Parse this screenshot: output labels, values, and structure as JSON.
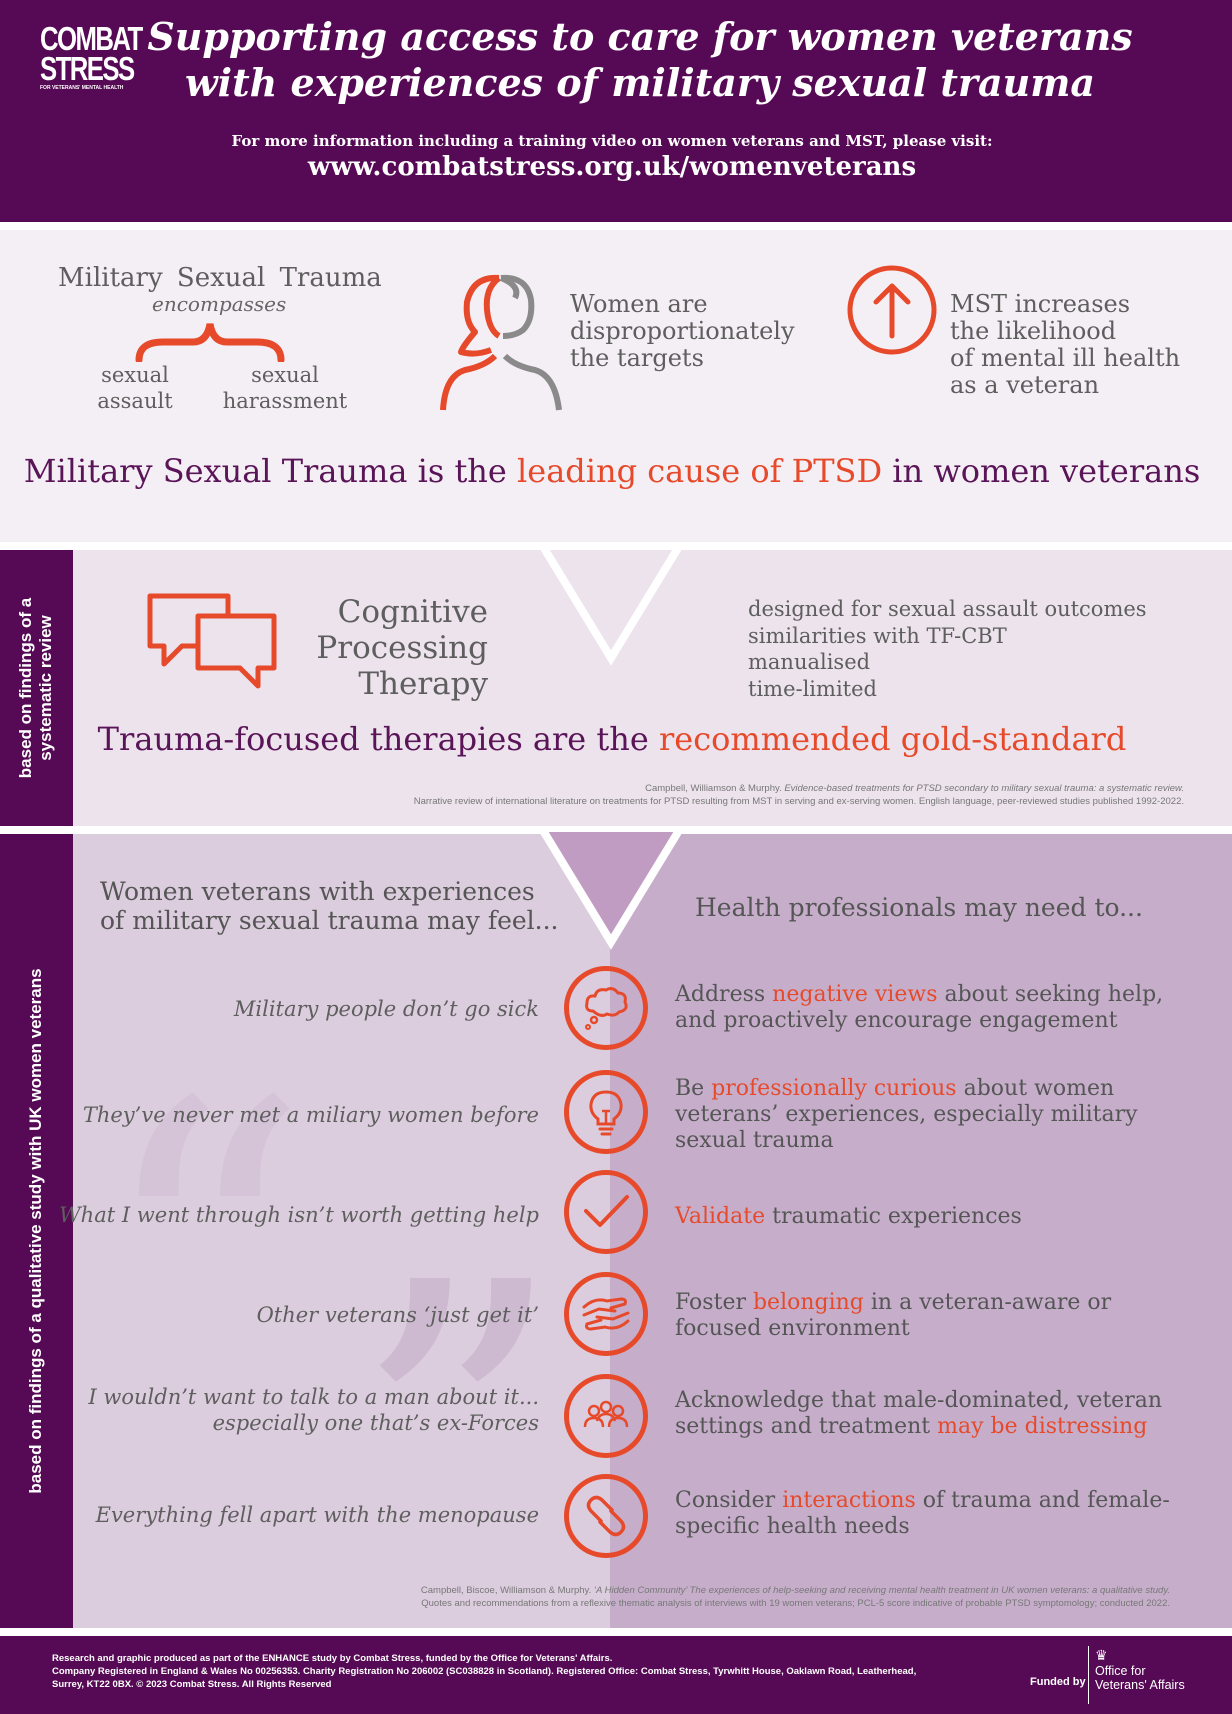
{
  "header": {
    "logo_line1": "COMBAT",
    "logo_line2": "STRESS",
    "logo_tagline": "FOR VETERANS' MENTAL HEALTH",
    "title_line1": "Supporting access to care for women veterans",
    "title_line2": "with experiences of military sexual trauma",
    "info_text": "For more information including a training video on women veterans and MST, please visit:",
    "info_url": "www.combatstress.org.uk/womenveterans"
  },
  "section1": {
    "mst_label": "Military Sexual Trauma",
    "encompasses": "encompasses",
    "sexual_assault": [
      "sexual",
      "assault"
    ],
    "sexual_harassment": [
      "sexual",
      "harassment"
    ],
    "women_targets": [
      "Women are",
      "disproportionately",
      "the targets"
    ],
    "mst_increases": [
      "MST increases",
      "the likelihood",
      "of mental ill health",
      "as a veteran"
    ],
    "ptsd_pre": "Military Sexual Trauma is the ",
    "ptsd_highlight": "leading cause of PTSD",
    "ptsd_post": " in women veterans"
  },
  "section2": {
    "side_label": [
      "based on findings of a",
      "systematic review"
    ],
    "cpt_title": [
      "Cognitive",
      "Processing",
      "Therapy"
    ],
    "cpt_points": [
      "designed for sexual assault outcomes",
      "similarities with TF-CBT",
      "manualised",
      "time-limited"
    ],
    "gold_pre": "Trauma-focused therapies are the ",
    "gold_highlight": "recommended gold-standard",
    "ref_authors": "Campbell, Williamson & Murphy. ",
    "ref_title": "Evidence-based treatments for PTSD secondary to military sexual trauma: a systematic review.",
    "ref_line2": "Narrative review of international literature on treatments for PTSD resulting from MST in serving and ex-serving women.  English language, peer-reviewed studies published 1992-2022."
  },
  "section3": {
    "side_label": "based on findings of a qualitative study with UK women veterans",
    "feel_heading": [
      "Women veterans with experiences",
      "of military sexual trauma may feel..."
    ],
    "need_heading": "Health professionals may need to...",
    "rows": [
      {
        "quote": [
          "Military people don’t go sick"
        ],
        "icon": "thought-bubble-icon",
        "need_pre": "Address ",
        "need_hl": "negative views",
        "need_post": " about seeking help, and proactively encourage engagement"
      },
      {
        "quote": [
          "They’ve never met a miliary women before"
        ],
        "icon": "lightbulb-icon",
        "need_pre": "Be ",
        "need_hl": "professionally curious",
        "need_post": " about women veterans’ experiences, especially military sexual trauma"
      },
      {
        "quote": [
          "What I went through isn’t worth getting help"
        ],
        "icon": "checkmark-icon",
        "need_pre": "",
        "need_hl": "Validate",
        "need_post": " traumatic experiences"
      },
      {
        "quote": [
          "Other veterans ‘just get it’"
        ],
        "icon": "helping-hands-icon",
        "need_pre": "Foster ",
        "need_hl": "belonging",
        "need_post": " in a veteran-aware or focused environment"
      },
      {
        "quote": [
          "I wouldn’t want to talk to a man about it...",
          "especially one that’s ex-Forces"
        ],
        "icon": "group-icon",
        "need_pre": "Acknowledge that male-dominated, veteran settings and treatment ",
        "need_hl": "may be distressing",
        "need_post": ""
      },
      {
        "quote": [
          "Everything fell apart with the menopause"
        ],
        "icon": "chain-link-icon",
        "need_pre": "Consider ",
        "need_hl": "interactions",
        "need_post": " of trauma and female-specific health needs"
      }
    ],
    "ref_authors": "Campbell, Biscoe, Williamson & Murphy. ",
    "ref_title": "‘A Hidden Community’ The experiences of help-seeking and receiving mental health treatment in UK women veterans: a qualitative study.",
    "ref_line2": "Quotes and recommendations from a reflexive thematic analysis of interviews with 19 women veterans; PCL-5 score indicative of probable PTSD symptomology; conducted 2022."
  },
  "footer": {
    "line1": "Research and graphic produced as part of the ENHANCE study by Combat Stress, funded by the Office for Veterans' Affairs.",
    "line2": "Company Registered in England & Wales No 00256353. Charity Registration No 206002 (SC038828 in Scotland). Registered Office: Combat Stress, Tyrwhitt House, Oaklawn Road, Leatherhead,",
    "line3": "Surrey, KT22 0BX. © 2023 Combat Stress.  All Rights Reserved",
    "funded_by": "Funded by",
    "ova_line1": "Office for",
    "ova_line2": "Veterans' Affairs"
  },
  "colors": {
    "purple": "#560a55",
    "orange": "#e64a2b",
    "light_panel": "#f4eff4",
    "mid_panel": "#ece3ec",
    "lilac": "#dccdde",
    "lilac_dark": "#c6aecb"
  }
}
